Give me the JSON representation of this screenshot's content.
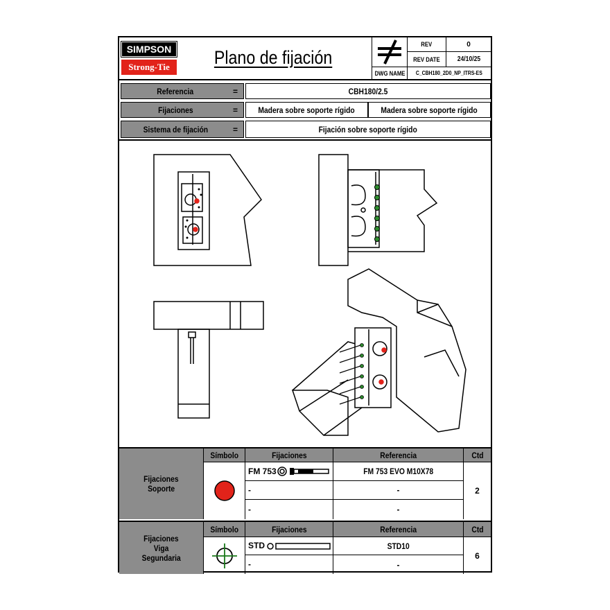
{
  "header": {
    "brand_top": "SIMPSON",
    "brand_bottom": "Strong-Tie",
    "title": "Plano de fijación",
    "rev_label": "REV",
    "rev_value": "0",
    "rev_date_label": "REV DATE",
    "rev_date_value": "24/10/25",
    "dwg_name_label": "DWG NAME",
    "dwg_name_value": "C_CBH180_2D0_NP_ITRS-ES",
    "colors": {
      "brand_red": "#e2231a",
      "brand_black": "#000000",
      "gray_band": "#8c8c8c"
    }
  },
  "info": {
    "equals": "=",
    "referencia_label": "Referencia",
    "referencia_value": "CBH180/2.5",
    "fijaciones_label": "Fijaciones",
    "fijaciones_value_1": "Madera sobre soporte rígido",
    "fijaciones_value_2": "Madera sobre soporte rígido",
    "sistema_label": "Sistema de fijación",
    "sistema_value": "Fijación sobre soporte rígido"
  },
  "support_table": {
    "group_label_1": "Fijaciones",
    "group_label_2": "Soporte",
    "col_simbolo": "Símbolo",
    "col_fijaciones": "Fijaciones",
    "col_referencia": "Referencia",
    "col_ctd": "Ctd",
    "symbol": "red-filled-circle",
    "rows": [
      {
        "fijacion": "FM 753",
        "referencia": "FM 753 EVO M10X78"
      },
      {
        "fijacion": "-",
        "referencia": "-"
      },
      {
        "fijacion": "-",
        "referencia": "-"
      }
    ],
    "ctd": "2"
  },
  "beam_table": {
    "group_label_1": "Fijaciones",
    "group_label_2": "Viga",
    "group_label_3": "Segundaria",
    "col_simbolo": "Símbolo",
    "col_fijaciones": "Fijaciones",
    "col_referencia": "Referencia",
    "col_ctd": "Ctd",
    "symbol": "green-crosshair-circle",
    "rows": [
      {
        "fijacion": "STD",
        "referencia": "STD10"
      },
      {
        "fijacion": "-",
        "referencia": "-"
      }
    ],
    "ctd": "6"
  }
}
